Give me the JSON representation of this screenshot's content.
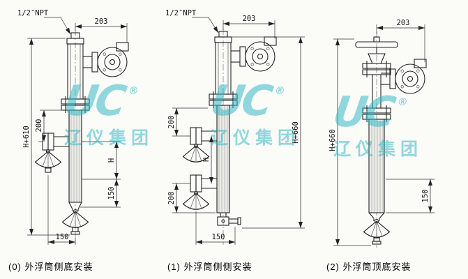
{
  "watermark": {
    "logo_text": "UC",
    "registered": "®",
    "company": "辽仪集团",
    "color": "#2fb7c7"
  },
  "figures": [
    {
      "caption": "(0) 外浮筒侧底安装",
      "dims": {
        "npt": "1/2″NPT",
        "top_width": "203",
        "overall_height": "H+610",
        "upper_offset": "200",
        "float_length": "H",
        "lower_offset": "150",
        "bottom_offset": "150"
      }
    },
    {
      "caption": "(1) 外浮筒侧侧安装",
      "dims": {
        "npt": "1/2″NPT",
        "top_width": "203",
        "overall_height": "H+660",
        "upper_offset": "200",
        "float_length": "H",
        "lower_offset": "200",
        "bottom_offset": "150"
      }
    },
    {
      "caption": "(2) 外浮筒顶底安装",
      "dims": {
        "top_width": "203",
        "overall_height": "H+660",
        "lower_offset": "150"
      }
    }
  ]
}
